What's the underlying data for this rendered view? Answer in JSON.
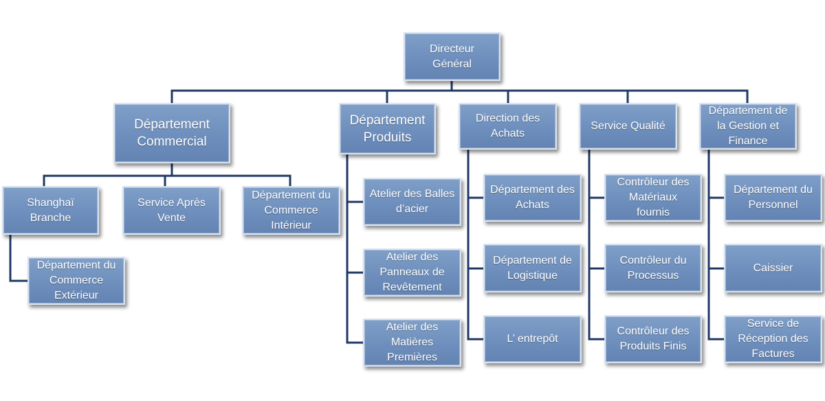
{
  "org_chart": {
    "root": {
      "label": "Directeur\nGénéral"
    },
    "departments": [
      {
        "label": "Département\nCommercial",
        "children": [
          {
            "label": "Shanghaï\nBranche",
            "children": [
              {
                "label": "Département du\nCommerce\nExtérieur"
              }
            ]
          },
          {
            "label": "Service Après\nVente"
          },
          {
            "label": "Département du\nCommerce\nIntérieur"
          }
        ]
      },
      {
        "label": "Département\nProduits",
        "children": [
          {
            "label": "Atelier des Balles\nd’acier"
          },
          {
            "label": "Atelier des\nPanneaux de\nRevêtement"
          },
          {
            "label": "Atelier des\nMatières\nPremières"
          }
        ]
      },
      {
        "label": "Direction des\nAchats",
        "children": [
          {
            "label": "Département des\nAchats"
          },
          {
            "label": "Département de\nLogistique"
          },
          {
            "label": "L’ entrepôt"
          }
        ]
      },
      {
        "label": "Service Qualité",
        "children": [
          {
            "label": "Contrôleur des\nMatériaux\nfournis"
          },
          {
            "label": "Contrôleur du\nProcessus"
          },
          {
            "label": "Contrôleur des\nProduits Finis"
          }
        ]
      },
      {
        "label": "Département de\nla Gestion et\nFinance",
        "children": [
          {
            "label": "Département du\nPersonnel"
          },
          {
            "label": "Caissier"
          },
          {
            "label": "Service de\nRéception des\nFactures"
          }
        ]
      }
    ]
  },
  "colors": {
    "node_fill": "#7393c0",
    "node_border": "#d9e2ef",
    "connector": "#1f3864",
    "text": "#ffffff"
  }
}
